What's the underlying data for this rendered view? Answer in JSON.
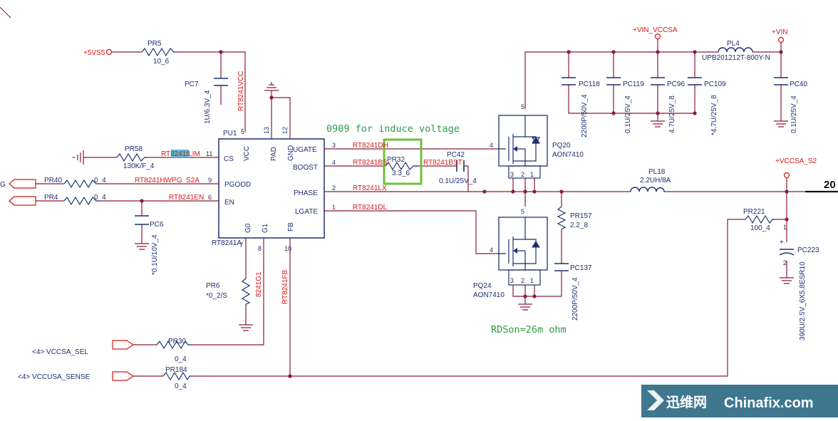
{
  "colors": {
    "wire": "#8b1a3a",
    "part": "#1f2f6e",
    "netlabel": "#d41818",
    "highlight_box": "#6cbf3a",
    "annotation": "#2e9b45",
    "search_hit": "#5fb7d6",
    "watermark_bg": "#2f6b86"
  },
  "nets": {
    "vs5": "+5VS5",
    "vin_vccsa": "+VIN_VCCSA",
    "vin": "+VIN",
    "vccsa_s2": "+VCCSA_S2",
    "vcc": "RT8241VCC",
    "ilim_prefix": "RT",
    "ilim_hit": "8241",
    "ilim_suffix": "ILIM",
    "hwpg": "RT8241HWPG_S2A",
    "en": "RT8241EN",
    "dh": "RT8241DH",
    "bs": "RT8241BS",
    "bst": "RT8241BST",
    "lx": "RT8241LX",
    "dl": "RT8241DL",
    "g1": "8241G1",
    "fb": "RT8241FB",
    "vccsa_sel": "<4>  VCCSA_SEL",
    "vccusa_sense": "<4>  VCCUSA_SENSE",
    "left_cut": "G",
    "right_cut": "20"
  },
  "ic": {
    "ref": "PU1",
    "part": "RT8241A",
    "pins": {
      "cs": "CS",
      "vcc": "VCC",
      "pad": "PAD",
      "gnd": "GND",
      "ugate": "UGATE",
      "boost": "BOOST",
      "pgood": "PGOOD",
      "en": "EN",
      "phase": "PHASE",
      "lgate": "LGATE",
      "g0": "G0",
      "g1": "G1",
      "fb": "FB"
    },
    "pin_numbers": {
      "cs": "11",
      "vcc": "5",
      "pad": "13",
      "gnd": "12",
      "ugate": "3",
      "boost": "4",
      "pgood": "9",
      "en": "6",
      "phase": "2",
      "lgate": "1",
      "g0": "7",
      "g1": "8",
      "fb": "10"
    }
  },
  "parts": {
    "pr5": {
      "ref": "PR5",
      "value": "10_6"
    },
    "pc7": {
      "ref": "PC7",
      "value": "1U/6.3V_4"
    },
    "pr58": {
      "ref": "PR58",
      "value": "130K/F_4"
    },
    "pr40": {
      "ref": "PR40",
      "value": "0_4"
    },
    "pr4": {
      "ref": "PR4",
      "value": "0_4"
    },
    "pc6": {
      "ref": "PC6",
      "value": "*0.1U/10V_4"
    },
    "pr6": {
      "ref": "PR6",
      "value": "*0_2/S"
    },
    "pr30": {
      "ref": "PR30",
      "value": "0_4"
    },
    "pr184": {
      "ref": "PR184",
      "value": "0_4"
    },
    "pr32": {
      "ref": "PR32",
      "value": "3.3_6"
    },
    "pc42": {
      "ref": "PC42",
      "value": "0.1U/25V_4"
    },
    "pq20": {
      "ref": "PQ20",
      "value": "AON7410"
    },
    "pq24": {
      "ref": "PQ24",
      "value": "AON7410"
    },
    "pc118": {
      "ref": "PC118",
      "value": "2200P/50V_4"
    },
    "pc119": {
      "ref": "PC119",
      "value": "0.1U/25V_4"
    },
    "pc96": {
      "ref": "PC96",
      "value": "4.7U/25V_8"
    },
    "pc109": {
      "ref": "PC109",
      "value": "*4.7U/25V_8"
    },
    "pl4": {
      "ref": "PL4",
      "value": "UPB201212T-800Y-N"
    },
    "pc40": {
      "ref": "PC40",
      "value": "0.1U/25V_4"
    },
    "pl18": {
      "ref": "PL18",
      "value": "2.2UH/8A"
    },
    "pr157": {
      "ref": "PR157",
      "value": "2.2_8"
    },
    "pc137": {
      "ref": "PC137",
      "value": "2200P/50V_4"
    },
    "pr221": {
      "ref": "PR221",
      "value": "100_4"
    },
    "pc223": {
      "ref": "PC223",
      "value": "390U/2.5V_6X5.8ESR10"
    }
  },
  "mosfet_pins": {
    "gate": "4",
    "drain": "5",
    "source1": "3",
    "source2": "2",
    "source3": "1"
  },
  "cap_pins": {
    "pos": "1",
    "neg": "2"
  },
  "annotations": {
    "induce": "0909 for induce voltage",
    "rdson": "RDSon=26m ohm"
  },
  "watermark": {
    "cn": "迅维网",
    "en": "Chinafix.com"
  }
}
